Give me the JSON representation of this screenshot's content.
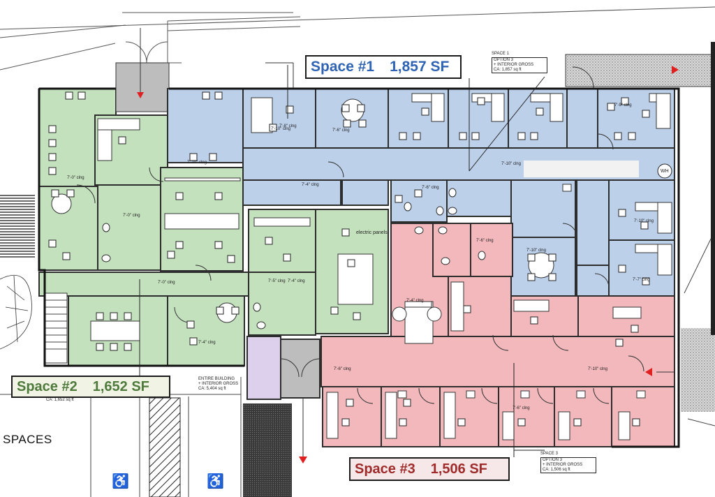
{
  "spaces": {
    "space1": {
      "label": "Space #1",
      "area": "1,857 SF",
      "color": "#bdd0ea"
    },
    "space2": {
      "label": "Space #2",
      "area": "1,652 SF",
      "color": "#c4e1bd"
    },
    "space3": {
      "label": "Space #3",
      "area": "1,506 SF",
      "color": "#f2b8bc"
    }
  },
  "tags": {
    "space1": {
      "l1": "SPACE 1",
      "l2": "OPTION 3",
      "l3": "+ INTERIOR GROSS",
      "l4": "CA:       1,857 sq ft"
    },
    "space3": {
      "l1": "SPACE 3",
      "l2": "OPTION 3",
      "l3": "+ INTERIOR GROSS",
      "l4": "CA:       1,506 sq ft"
    },
    "entire": {
      "l1": "ENTIRE BUILDING",
      "l2": "+ INTERIOR GROSS",
      "l3": "CA:       5,404 sq ft",
      "l4": "CA:       1,652 sq ft"
    }
  },
  "labels": {
    "spaces": "SPACES",
    "electric_panels": "electric panels",
    "wh": "WH"
  },
  "room_labels": [
    {
      "t": "7'-0\" clng"
    },
    {
      "t": "7'-0\" clng"
    },
    {
      "t": "7'-0\" clng"
    },
    {
      "t": "7'-4\" clng"
    },
    {
      "t": "7'-10\" clng"
    },
    {
      "t": "7'-4\" clng"
    },
    {
      "t": "7'-6\" clng"
    },
    {
      "t": "7'-10\" clng"
    },
    {
      "t": "7'-6\" clng"
    },
    {
      "t": "7'-4\" clng"
    },
    {
      "t": "7'-10\" clng"
    },
    {
      "t": "7'-7\" clng"
    },
    {
      "t": "7'-6\" clng"
    },
    {
      "t": "7'-10\" clng"
    },
    {
      "t": "7'-9\" clng"
    },
    {
      "t": "7'-6\" clng"
    },
    {
      "t": "7'-10\" clng"
    },
    {
      "t": "7'-6\" clng"
    },
    {
      "t": "7'-4\" clng"
    },
    {
      "t": "7'-8\" clng"
    },
    {
      "t": "7'-10\" clng"
    },
    {
      "t": "7'-5\" clng"
    }
  ],
  "icons": [
    "accessible-parking-icon",
    "accessible-parking-icon",
    "exit-arrow-icon",
    "exit-arrow-icon",
    "exit-arrow-icon",
    "exit-arrow-icon"
  ]
}
